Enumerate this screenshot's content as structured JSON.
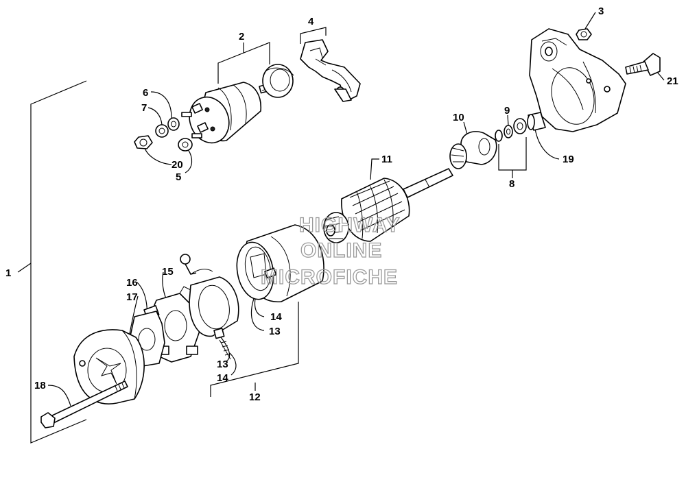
{
  "callouts": [
    {
      "id": "c1",
      "label": "1"
    },
    {
      "id": "c2",
      "label": "2"
    },
    {
      "id": "c3",
      "label": "3"
    },
    {
      "id": "c4",
      "label": "4"
    },
    {
      "id": "c5",
      "label": "5"
    },
    {
      "id": "c6",
      "label": "6"
    },
    {
      "id": "c7",
      "label": "7"
    },
    {
      "id": "c8",
      "label": "8"
    },
    {
      "id": "c9",
      "label": "9"
    },
    {
      "id": "c10",
      "label": "10"
    },
    {
      "id": "c11",
      "label": "11"
    },
    {
      "id": "c12",
      "label": "12"
    },
    {
      "id": "c13a",
      "label": "13"
    },
    {
      "id": "c13b",
      "label": "13"
    },
    {
      "id": "c14a",
      "label": "14"
    },
    {
      "id": "c14b",
      "label": "14"
    },
    {
      "id": "c15",
      "label": "15"
    },
    {
      "id": "c16",
      "label": "16"
    },
    {
      "id": "c17",
      "label": "17"
    },
    {
      "id": "c18",
      "label": "18"
    },
    {
      "id": "c19",
      "label": "19"
    },
    {
      "id": "c20",
      "label": "20"
    },
    {
      "id": "c21",
      "label": "21"
    }
  ],
  "watermark": {
    "line1": "HIGHWAY",
    "line2": "ONLINE",
    "line3": "MICROFICHE"
  }
}
